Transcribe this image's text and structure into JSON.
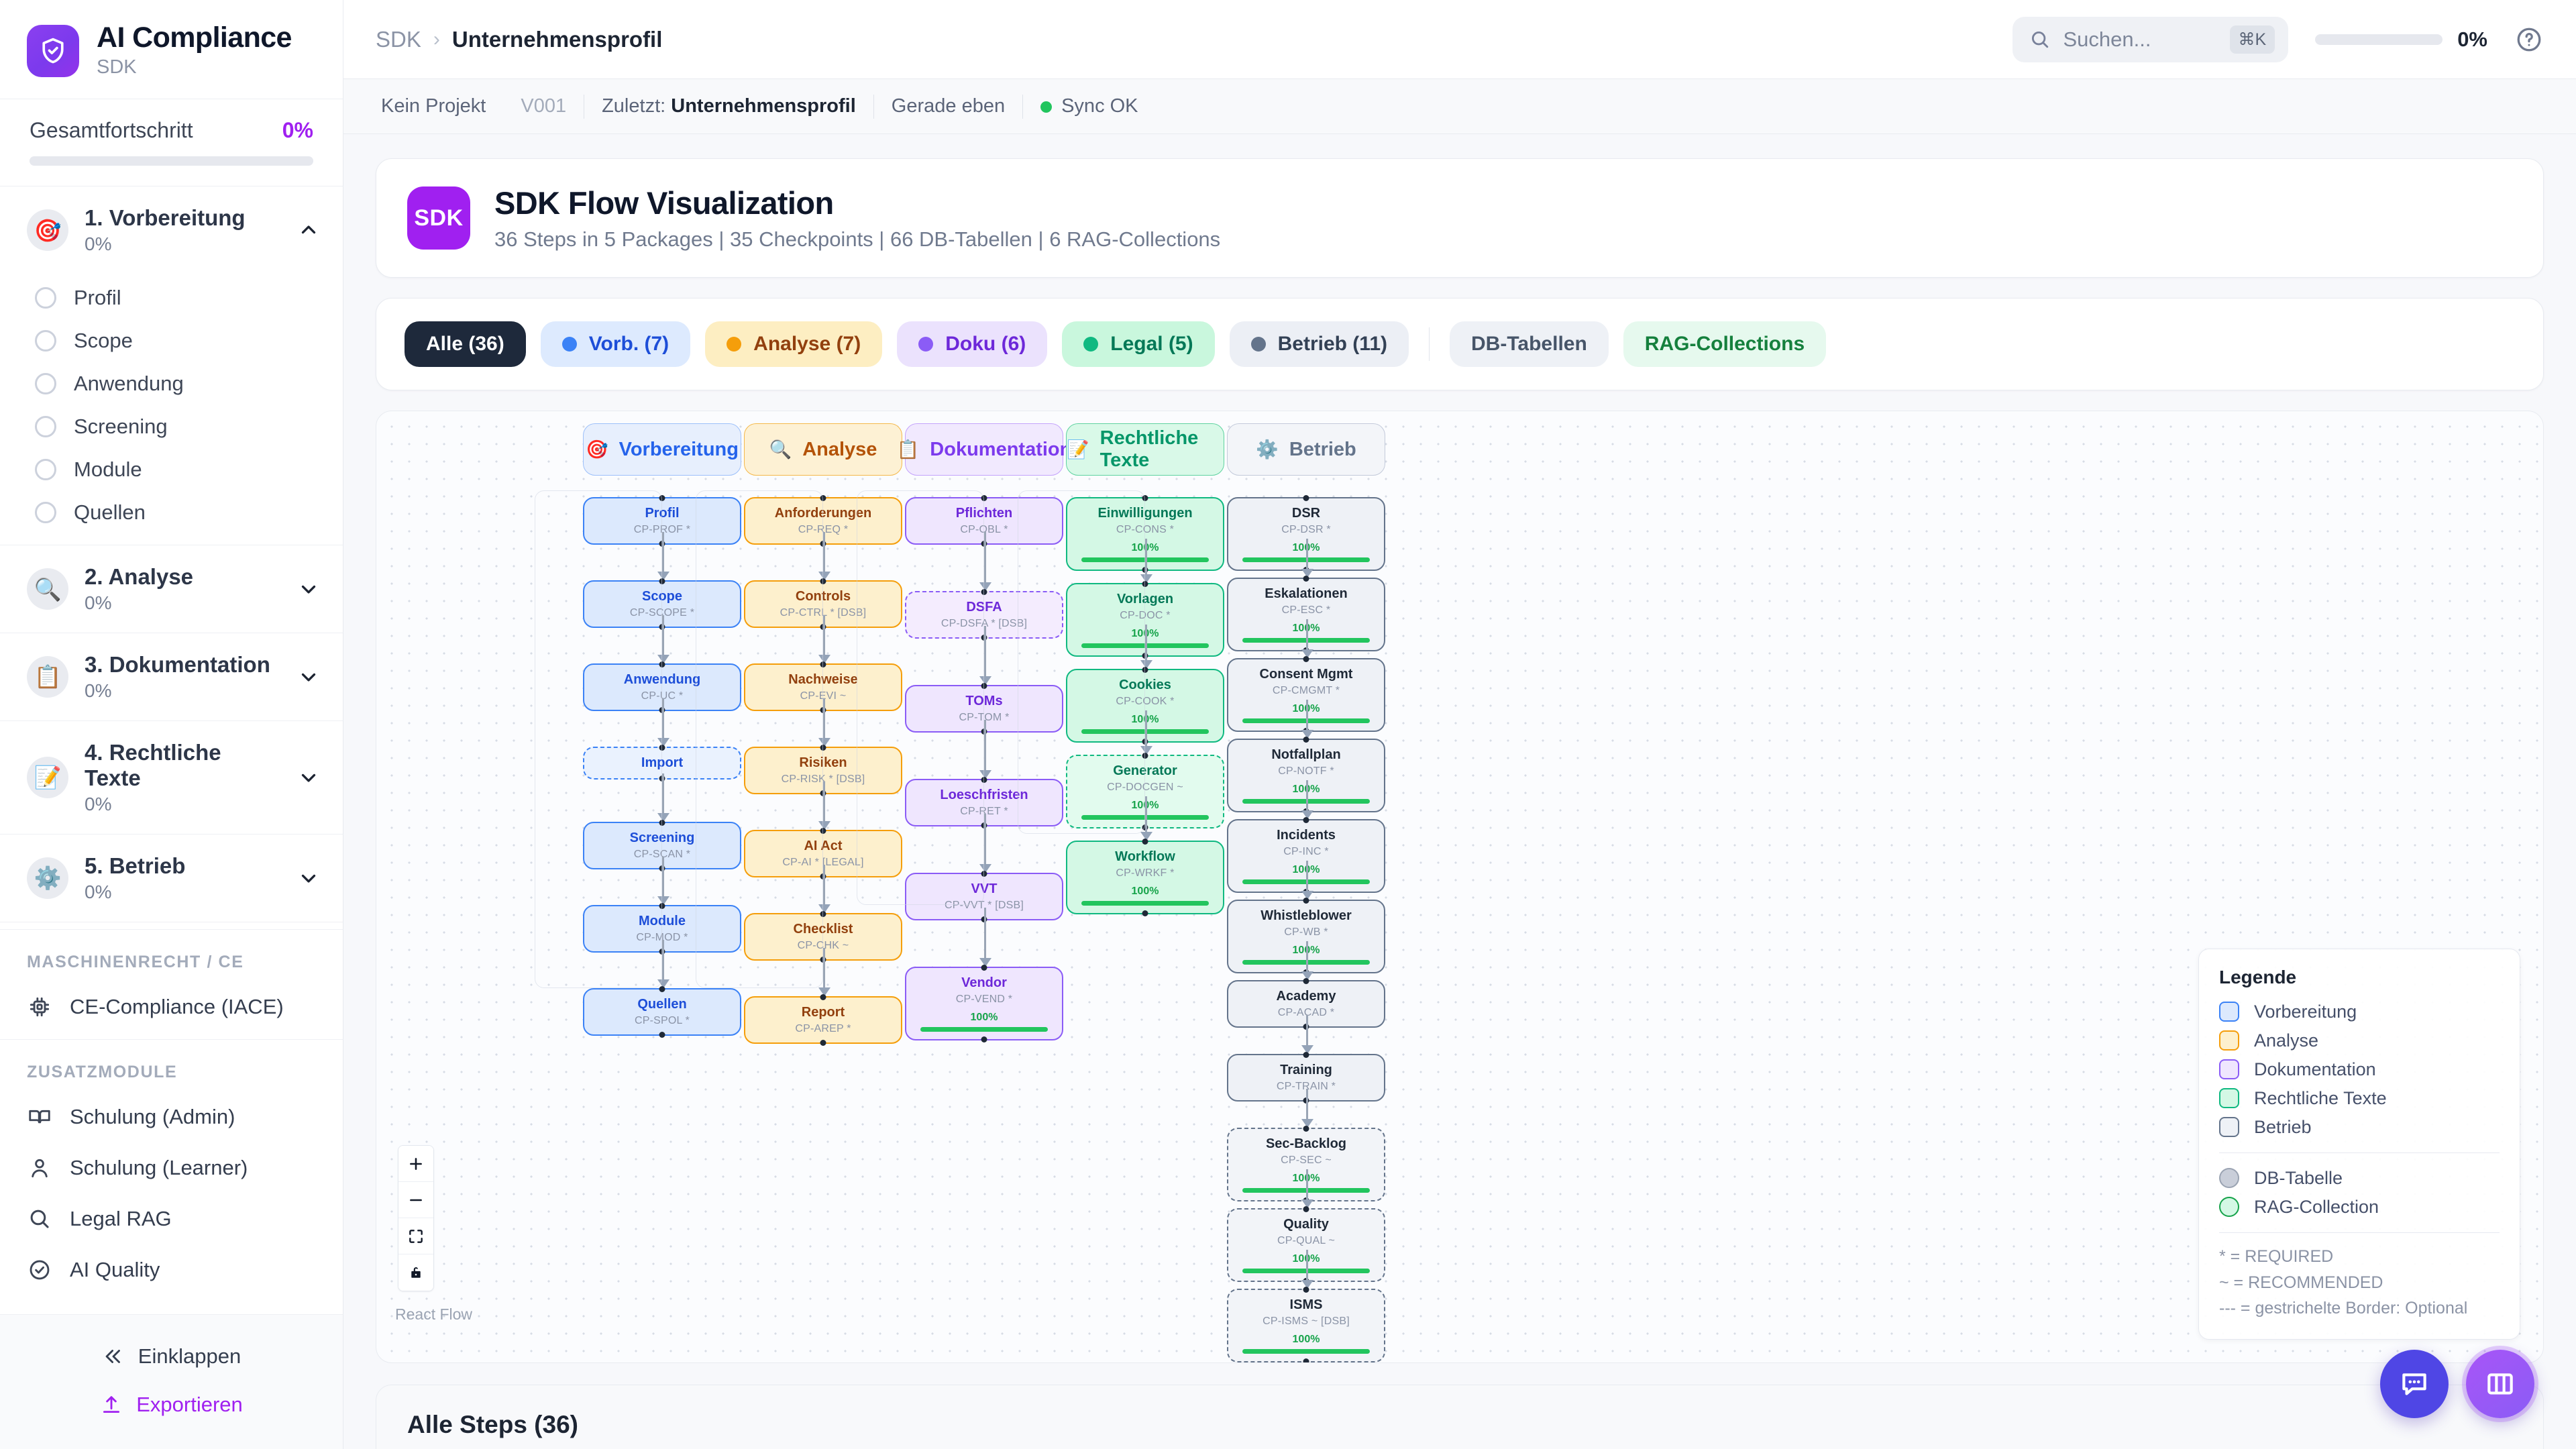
{
  "app": {
    "name": "AI Compliance",
    "subtitle": "SDK",
    "logo_color": "#7c3aed",
    "accent": "#a020f0"
  },
  "sidebar": {
    "progress": {
      "label": "Gesamtfortschritt",
      "value": "0%",
      "percent": 0
    },
    "phases": [
      {
        "icon": "🎯",
        "name": "1. Vorbereitung",
        "percent": "0%",
        "expanded": true,
        "items": [
          {
            "label": "Profil"
          },
          {
            "label": "Scope"
          },
          {
            "label": "Anwendung"
          },
          {
            "label": "Screening"
          },
          {
            "label": "Module"
          },
          {
            "label": "Quellen"
          }
        ]
      },
      {
        "icon": "🔍",
        "name": "2. Analyse",
        "percent": "0%",
        "expanded": false,
        "items": []
      },
      {
        "icon": "📋",
        "name": "3. Dokumentation",
        "percent": "0%",
        "expanded": false,
        "items": []
      },
      {
        "icon": "📝",
        "name": "4. Rechtliche Texte",
        "percent": "0%",
        "expanded": false,
        "items": []
      },
      {
        "icon": "⚙️",
        "name": "5. Betrieb",
        "percent": "0%",
        "expanded": false,
        "items": []
      }
    ],
    "section_machine": {
      "title": "MASCHINENRECHT / CE",
      "items": [
        {
          "label": "CE-Compliance (IACE)",
          "icon": "chip-icon"
        }
      ]
    },
    "section_modules": {
      "title": "ZUSATZMODULE",
      "items": [
        {
          "label": "Schulung (Admin)",
          "icon": "book-icon"
        },
        {
          "label": "Schulung (Learner)",
          "icon": "user-icon"
        },
        {
          "label": "Legal RAG",
          "icon": "search-icon"
        },
        {
          "label": "AI Quality",
          "icon": "check-circle-icon"
        }
      ]
    },
    "footer": {
      "collapse": "Einklappen",
      "export": "Exportieren"
    }
  },
  "topbar": {
    "breadcrumb_root": "SDK",
    "breadcrumb_separator": "›",
    "breadcrumb_current": "Unternehmensprofil",
    "search_placeholder": "Suchen...",
    "search_shortcut": "⌘K",
    "progress_value": "0%",
    "progress_percent": 0
  },
  "metabar": {
    "project": "Kein Projekt",
    "version": "V001",
    "last_prefix": "Zuletzt:",
    "last_value": "Unternehmensprofil",
    "time": "Gerade eben",
    "sync": "Sync OK"
  },
  "hero": {
    "badge": "SDK",
    "title": "SDK Flow Visualization",
    "subtitle": "36 Steps in 5 Packages | 35 Checkpoints | 66 DB-Tabellen | 6 RAG-Collections"
  },
  "filters": [
    {
      "key": "all",
      "label": "Alle (36)",
      "dot": null,
      "style": "all"
    },
    {
      "key": "vorb",
      "label": "Vorb. (7)",
      "dot": "#3b82f6",
      "style": "vorb"
    },
    {
      "key": "ana",
      "label": "Analyse (7)",
      "dot": "#f59e0b",
      "style": "ana"
    },
    {
      "key": "doku",
      "label": "Doku (6)",
      "dot": "#8b5cf6",
      "style": "doku"
    },
    {
      "key": "legal",
      "label": "Legal (5)",
      "dot": "#10b981",
      "style": "legal"
    },
    {
      "key": "betrieb",
      "label": "Betrieb (11)",
      "dot": "#64748b",
      "style": "betrieb"
    },
    {
      "key": "db",
      "label": "DB-Tabellen",
      "dot": null,
      "style": "plain"
    },
    {
      "key": "rag",
      "label": "RAG-Collections",
      "dot": null,
      "style": "rag"
    }
  ],
  "flow": {
    "lanes": [
      {
        "emoji": "🎯",
        "label": "Vorbereitung",
        "style": "l0"
      },
      {
        "emoji": "🔍",
        "label": "Analyse",
        "style": "l1"
      },
      {
        "emoji": "📋",
        "label": "Dokumentation",
        "style": "l2"
      },
      {
        "emoji": "📝",
        "label": "Rechtliche Texte",
        "style": "l3"
      },
      {
        "emoji": "⚙️",
        "label": "Betrieb",
        "style": "l4"
      }
    ],
    "columns": [
      {
        "style": "blue",
        "nodes": [
          {
            "title": "Profil",
            "code": "CP-PROF *",
            "dashed": false,
            "pct": null
          },
          {
            "title": "Scope",
            "code": "CP-SCOPE *",
            "dashed": false,
            "pct": null
          },
          {
            "title": "Anwendung",
            "code": "CP-UC *",
            "dashed": false,
            "pct": null
          },
          {
            "title": "Import",
            "code": "",
            "dashed": true,
            "pct": null
          },
          {
            "title": "Screening",
            "code": "CP-SCAN *",
            "dashed": false,
            "pct": null
          },
          {
            "title": "Module",
            "code": "CP-MOD *",
            "dashed": false,
            "pct": null
          },
          {
            "title": "Quellen",
            "code": "CP-SPOL *",
            "dashed": false,
            "pct": null
          }
        ]
      },
      {
        "style": "amber",
        "nodes": [
          {
            "title": "Anforderungen",
            "code": "CP-REQ *",
            "dashed": false,
            "pct": null
          },
          {
            "title": "Controls",
            "code": "CP-CTRL * [DSB]",
            "dashed": false,
            "pct": null
          },
          {
            "title": "Nachweise",
            "code": "CP-EVI ~",
            "dashed": false,
            "pct": null
          },
          {
            "title": "Risiken",
            "code": "CP-RISK * [DSB]",
            "dashed": false,
            "pct": null
          },
          {
            "title": "AI Act",
            "code": "CP-AI * [LEGAL]",
            "dashed": false,
            "pct": null
          },
          {
            "title": "Checklist",
            "code": "CP-CHK ~",
            "dashed": false,
            "pct": null
          },
          {
            "title": "Report",
            "code": "CP-AREP *",
            "dashed": false,
            "pct": null
          }
        ]
      },
      {
        "style": "purple",
        "nodes": [
          {
            "title": "Pflichten",
            "code": "CP-OBL *",
            "dashed": false,
            "pct": null
          },
          {
            "title": "DSFA",
            "code": "CP-DSFA * [DSB]",
            "dashed": true,
            "pct": null
          },
          {
            "title": "TOMs",
            "code": "CP-TOM *",
            "dashed": false,
            "pct": null
          },
          {
            "title": "Loeschfristen",
            "code": "CP-RET *",
            "dashed": false,
            "pct": null
          },
          {
            "title": "VVT",
            "code": "CP-VVT * [DSB]",
            "dashed": false,
            "pct": null
          },
          {
            "title": "Vendor",
            "code": "CP-VEND *",
            "dashed": false,
            "pct": "100%"
          }
        ]
      },
      {
        "style": "green",
        "nodes": [
          {
            "title": "Einwilligungen",
            "code": "CP-CONS *",
            "dashed": false,
            "pct": "100%"
          },
          {
            "title": "Vorlagen",
            "code": "CP-DOC *",
            "dashed": false,
            "pct": "100%"
          },
          {
            "title": "Cookies",
            "code": "CP-COOK *",
            "dashed": false,
            "pct": "100%"
          },
          {
            "title": "Generator",
            "code": "CP-DOCGEN ~",
            "dashed": true,
            "pct": "100%"
          },
          {
            "title": "Workflow",
            "code": "CP-WRKF *",
            "dashed": false,
            "pct": "100%"
          }
        ]
      },
      {
        "style": "slate",
        "nodes": [
          {
            "title": "DSR",
            "code": "CP-DSR *",
            "dashed": false,
            "pct": "100%"
          },
          {
            "title": "Eskalationen",
            "code": "CP-ESC *",
            "dashed": false,
            "pct": "100%"
          },
          {
            "title": "Consent Mgmt",
            "code": "CP-CMGMT *",
            "dashed": false,
            "pct": "100%"
          },
          {
            "title": "Notfallplan",
            "code": "CP-NOTF *",
            "dashed": false,
            "pct": "100%"
          },
          {
            "title": "Incidents",
            "code": "CP-INC *",
            "dashed": false,
            "pct": "100%"
          },
          {
            "title": "Whistleblower",
            "code": "CP-WB *",
            "dashed": false,
            "pct": "100%"
          },
          {
            "title": "Academy",
            "code": "CP-ACAD *",
            "dashed": false,
            "pct": null
          },
          {
            "title": "Training",
            "code": "CP-TRAIN *",
            "dashed": false,
            "pct": null
          },
          {
            "title": "Sec-Backlog",
            "code": "CP-SEC ~",
            "dashed": true,
            "pct": "100%"
          },
          {
            "title": "Quality",
            "code": "CP-QUAL ~",
            "dashed": true,
            "pct": "100%"
          },
          {
            "title": "ISMS",
            "code": "CP-ISMS ~ [DSB]",
            "dashed": true,
            "pct": "100%"
          }
        ]
      }
    ],
    "controls": {
      "zoom_in": "+",
      "zoom_out": "−",
      "fit_view": "fit-view-icon",
      "lock": "lock-icon"
    },
    "attribution": "React Flow",
    "legend": {
      "title": "Legende",
      "packages": [
        {
          "label": "Vorbereitung",
          "fill": "#dce9fd",
          "border": "#3b82f6"
        },
        {
          "label": "Analyse",
          "fill": "#fdf0cd",
          "border": "#f59e0b"
        },
        {
          "label": "Dokumentation",
          "fill": "#efe6fe",
          "border": "#8b5cf6"
        },
        {
          "label": "Rechtliche Texte",
          "fill": "#d4f8e5",
          "border": "#10b981"
        },
        {
          "label": "Betrieb",
          "fill": "#eef1f6",
          "border": "#64748b"
        }
      ],
      "resources": [
        {
          "label": "DB-Tabelle",
          "fill": "#c9ced9",
          "border": "#9aa3b2"
        },
        {
          "label": "RAG-Collection",
          "fill": "#d4f8e5",
          "border": "#16a34a"
        }
      ],
      "notes": [
        "* = REQUIRED",
        "~ = RECOMMENDED",
        "--- = gestrichelte Border: Optional"
      ]
    }
  },
  "bottom": {
    "title": "Alle Steps (36)"
  },
  "fabs": [
    {
      "name": "chat-fab",
      "icon": "chat-icon"
    },
    {
      "name": "panel-fab",
      "icon": "columns-icon"
    }
  ]
}
